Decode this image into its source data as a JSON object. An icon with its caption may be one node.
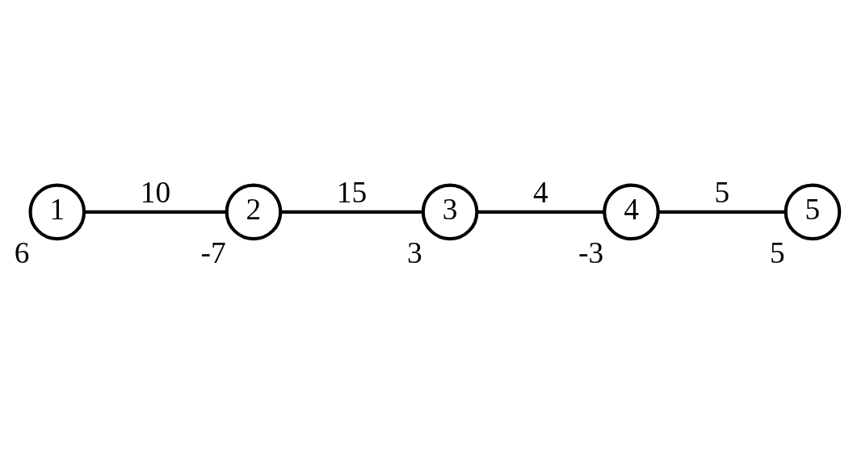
{
  "diagram": {
    "nodes": [
      {
        "text": [
          "1"
        ],
        "beside": [
          "6"
        ]
      },
      {
        "text": [
          "2"
        ],
        "beside": [
          "-7"
        ]
      },
      {
        "text": [
          "3"
        ],
        "beside": [
          "3"
        ]
      },
      {
        "text": [
          "4"
        ],
        "beside": [
          "-3"
        ]
      },
      {
        "text": [
          "5"
        ],
        "beside": [
          "5"
        ]
      }
    ],
    "edges": [
      {
        "from": 0,
        "to": 1,
        "arrow": "none",
        "label": "10"
      },
      {
        "from": 1,
        "to": 2,
        "arrow": "none",
        "label": "15"
      },
      {
        "from": 2,
        "to": 3,
        "arrow": "none",
        "label": "4"
      },
      {
        "from": 3,
        "to": 4,
        "arrow": "none",
        "label": "5"
      }
    ]
  }
}
